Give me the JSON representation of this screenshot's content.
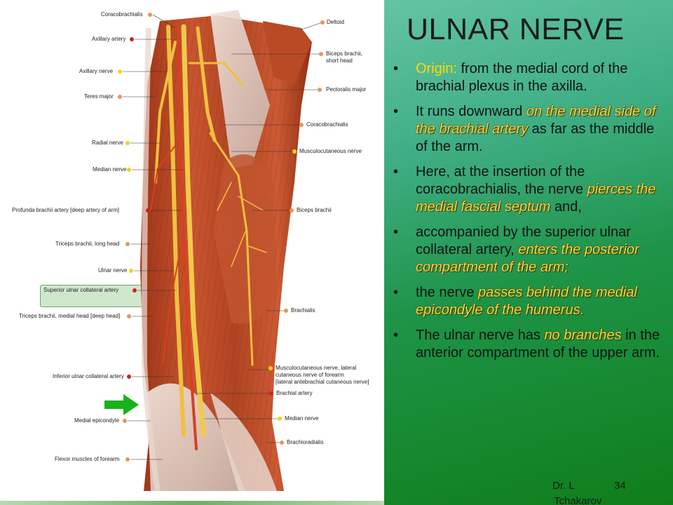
{
  "title": "ULNAR NERVE",
  "bullets": [
    {
      "segments": [
        {
          "text": "Origin:",
          "style": "origin"
        },
        {
          "text": " from the medial cord of the brachial plexus in the axilla.",
          "style": "plain"
        }
      ]
    },
    {
      "segments": [
        {
          "text": "It runs downward ",
          "style": "plain"
        },
        {
          "text": "on the medial side of the brachial artery",
          "style": "hl"
        },
        {
          "text": " as far as the middle of the arm.",
          "style": "plain"
        }
      ]
    },
    {
      "segments": [
        {
          "text": "Here, at the insertion of the coracobrachialis,  the nerve ",
          "style": "plain"
        },
        {
          "text": "pierces the medial fascial septum",
          "style": "hl"
        },
        {
          "text": " and,",
          "style": "plain"
        }
      ]
    },
    {
      "segments": [
        {
          "text": "accompanied by the superior ulnar collateral artery, ",
          "style": "plain"
        },
        {
          "text": "enters the posterior compartment of the arm;",
          "style": "hl"
        }
      ]
    },
    {
      "segments": [
        {
          "text": "the nerve ",
          "style": "plain"
        },
        {
          "text": "passes behind the medial epicondyle  of the humerus.",
          "style": "hl"
        }
      ]
    },
    {
      "segments": [
        {
          "text": "The ulnar nerve has ",
          "style": "plain"
        },
        {
          "text": "no branches",
          "style": "hl"
        },
        {
          "text": " in the anterior compartment of the upper arm.",
          "style": "plain"
        }
      ]
    }
  ],
  "footer": {
    "author_line1": "Dr. L",
    "author_line2": "Tchakarov",
    "page": "34"
  },
  "figure": {
    "left_labels": [
      {
        "text": "Coracobrachialis",
        "dot": "org"
      },
      {
        "text": "Axillary artery",
        "dot": "red"
      },
      {
        "text": "Axillary nerve",
        "dot": "yel"
      },
      {
        "text": "Teres major",
        "dot": "org"
      },
      {
        "text": "Radial nerve",
        "dot": "yel"
      },
      {
        "text": "Median nerve",
        "dot": "yel"
      },
      {
        "text": "Profunda brachii artery [deep artery of arm]",
        "dot": "red"
      },
      {
        "text": "Triceps brachii, long head",
        "dot": "org"
      },
      {
        "text": "Ulnar nerve",
        "dot": "yel"
      },
      {
        "text": "Superior ulnar collateral artery",
        "dot": "red"
      },
      {
        "text": "Triceps brachii, medial head [deep head]",
        "dot": "org"
      },
      {
        "text": "Inferior ulnar collateral artery",
        "dot": "red"
      },
      {
        "text": "Medial epicondyle",
        "dot": "org"
      },
      {
        "text": "Flexor muscles of forearm",
        "dot": "org"
      }
    ],
    "right_labels": [
      {
        "text": "Deltoid",
        "dot": "org"
      },
      {
        "text": "Biceps brachii,\nshort head",
        "dot": "org"
      },
      {
        "text": "Pectoralis major",
        "dot": "org"
      },
      {
        "text": "Coracobrachialis",
        "dot": "org"
      },
      {
        "text": "Musculocutaneous nerve",
        "dot": "yel"
      },
      {
        "text": "Biceps brachii",
        "dot": "org"
      },
      {
        "text": "Brachialis",
        "dot": "org"
      },
      {
        "text": "Musculocutaneous nerve, lateral\ncutaneous nerve of forearm\n[lateral antebrachial cutaneous nerve]",
        "dot": "yel"
      },
      {
        "text": "Brachial artery",
        "dot": "red"
      },
      {
        "text": "Median nerve",
        "dot": "yel"
      },
      {
        "text": "Brachioradialis",
        "dot": "org"
      }
    ]
  }
}
